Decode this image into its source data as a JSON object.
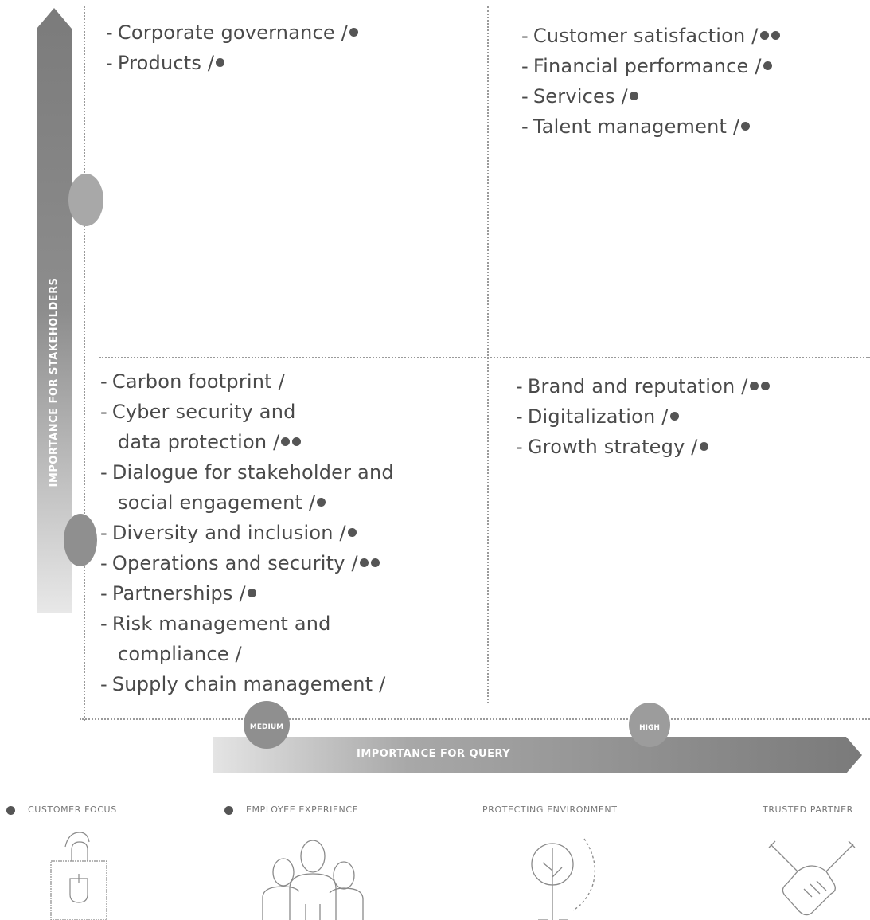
{
  "axes": {
    "y_label": "IMPORTANCE FOR STAKEHOLDERS",
    "x_label": "IMPORTANCE FOR QUERY",
    "x_markers": [
      "MEDIUM",
      "HIGH"
    ]
  },
  "quadrants": {
    "top_left": [
      {
        "text": "Corporate governance /",
        "dots": 1
      },
      {
        "text": "Products /",
        "dots": 1
      }
    ],
    "top_right": [
      {
        "text": "Customer satisfaction /",
        "dots": 2
      },
      {
        "text": "Financial performance /",
        "dots": 1
      },
      {
        "text": "Services /",
        "dots": 1
      },
      {
        "text": "Talent management /",
        "dots": 1
      }
    ],
    "bottom_left": [
      {
        "text": "Carbon footprint /",
        "dots": 0
      },
      {
        "text": "Cyber security and",
        "text2": "data protection /",
        "dots": 2
      },
      {
        "text": "Dialogue for stakeholder and",
        "text2": "social engagement /",
        "dots": 1
      },
      {
        "text": "Diversity and inclusion /",
        "dots": 1
      },
      {
        "text": "Operations and security /",
        "dots": 2
      },
      {
        "text": "Partnerships /",
        "dots": 1
      },
      {
        "text": "Risk management and",
        "text2": "compliance /",
        "dots": 0
      },
      {
        "text": "Supply chain management /",
        "dots": 0
      }
    ],
    "bottom_right": [
      {
        "text": "Brand and reputation /",
        "dots": 2
      },
      {
        "text": "Digitalization /",
        "dots": 1
      },
      {
        "text": "Growth strategy /",
        "dots": 1
      }
    ]
  },
  "legend": [
    {
      "label": "CUSTOMER FOCUS",
      "icon": "shopping-bag-icon",
      "dot": true
    },
    {
      "label": "EMPLOYEE EXPERIENCE",
      "icon": "people-group-icon",
      "dot": true
    },
    {
      "label": "PROTECTING ENVIRONMENT",
      "icon": "tree-icon",
      "dot": false
    },
    {
      "label": "TRUSTED PARTNER",
      "icon": "handshake-icon",
      "dot": false
    }
  ],
  "dash": "-",
  "colors": {
    "text": "#4a4a4a",
    "dot": "#555555",
    "axis": "#8f8f8f",
    "grid": "#9a9a9a"
  }
}
